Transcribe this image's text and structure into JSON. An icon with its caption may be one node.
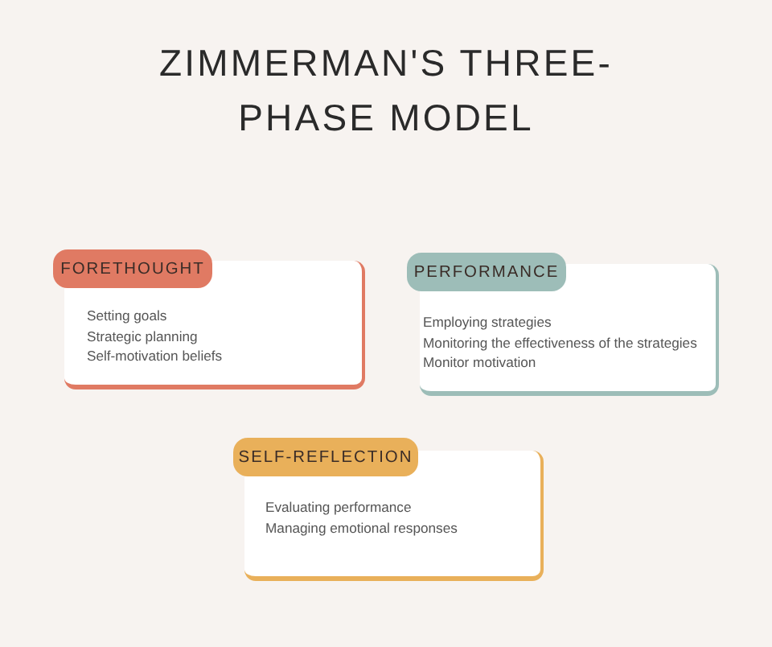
{
  "diagram": {
    "title": "ZIMMERMAN'S THREE-PHASE MODEL",
    "nodes": [
      {
        "text": [
          "FORETHOUGHT",
          "Setting goals",
          "Strategic planning",
          "Self-motivation beliefs"
        ]
      },
      {
        "text": [
          "PERFORMANCE",
          "Employing strategies",
          "Monitoring the effectiveness of the strategies",
          "Monitor motivation"
        ]
      },
      {
        "text": [
          "SELF-REFLECTION",
          "Evaluating performance",
          "Managing emotional responses"
        ]
      }
    ]
  }
}
